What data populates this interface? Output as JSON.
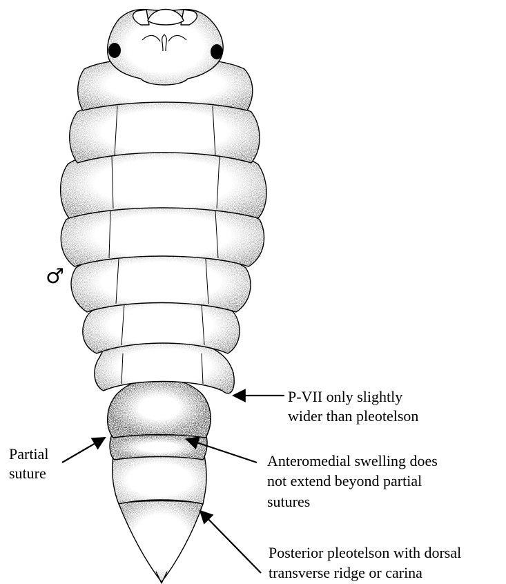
{
  "sex_symbol": "♂",
  "annotations": {
    "pvii": [
      "P-VII only slightly",
      "wider than pleotelson"
    ],
    "partial_suture": [
      "Partial",
      "suture"
    ],
    "anteromedial": [
      "Anteromedial swelling does",
      "not extend beyond partial",
      "sutures"
    ],
    "posterior": [
      "Posterior pleotelson with dorsal",
      "transverse ridge or carina"
    ]
  },
  "colors": {
    "ink": "#000000",
    "paper": "#ffffff"
  }
}
